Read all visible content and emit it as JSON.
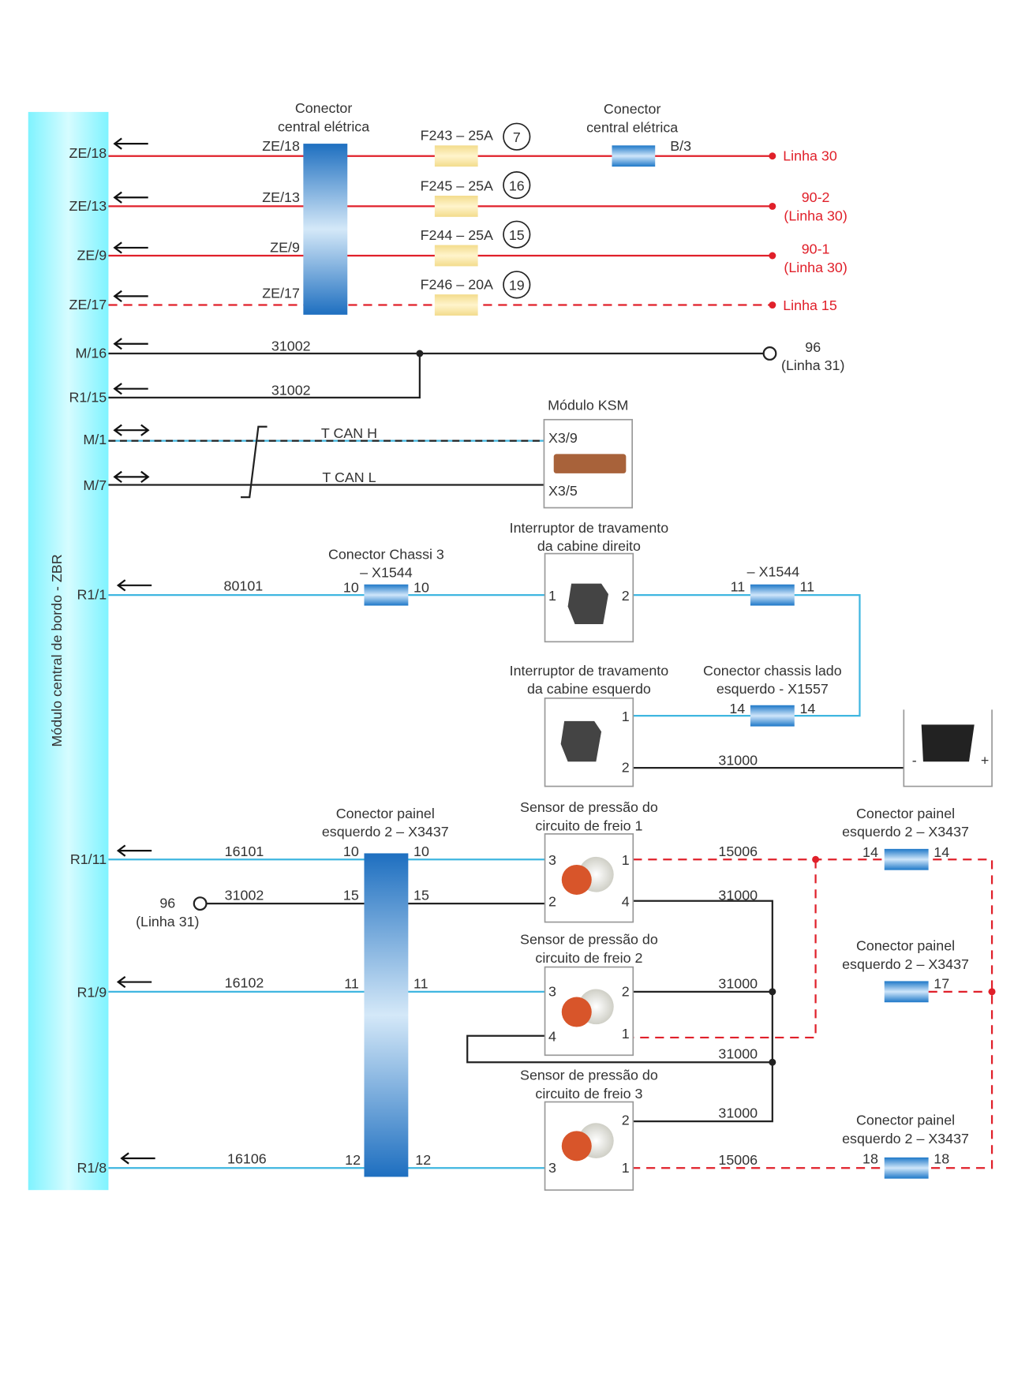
{
  "module": {
    "label": "Módulo central de bordo - ZBR",
    "color": "#7ff3ff"
  },
  "pins": [
    "ZE/18",
    "ZE/13",
    "ZE/9",
    "ZE/17",
    "M/16",
    "R1/15",
    "M/1",
    "M/7",
    "R1/1",
    "R1/11",
    "R1/9",
    "R1/8"
  ],
  "central_connector": {
    "title1": "Conector",
    "title2": "central elétrica",
    "pins": [
      "ZE/18",
      "ZE/13",
      "ZE/9",
      "ZE/17"
    ]
  },
  "central_connector_b": {
    "title1": "Conector",
    "title2": "central elétrica",
    "pin": "B/3"
  },
  "fuses": [
    {
      "label": "F243 – 25A",
      "num": "7"
    },
    {
      "label": "F245 – 25A",
      "num": "16"
    },
    {
      "label": "F244 – 25A",
      "num": "15"
    },
    {
      "label": "F246 – 20A",
      "num": "19"
    }
  ],
  "supply": {
    "l1": "Linha 30",
    "l2a": "90-2",
    "l2b": "(Linha 30)",
    "l3a": "90-1",
    "l3b": "(Linha 30)",
    "l4": "Linha 15"
  },
  "ground": {
    "wire1": "31002",
    "wire2": "31002",
    "end_a": "96",
    "end_b": "(Linha 31)"
  },
  "can": {
    "h": "T CAN H",
    "l": "T CAN L",
    "module": "Módulo KSM",
    "pin_h": "X3/9",
    "pin_l": "X3/5"
  },
  "r11": {
    "wire": "80101",
    "conn_t1": "Conector Chassi 3",
    "conn_t2": "– X1544",
    "pin_l": "10",
    "pin_r": "10"
  },
  "switch_right": {
    "t1": "Interruptor de travamento",
    "t2": "da cabine direito",
    "p1": "1",
    "p2": "2",
    "conn": "– X1544",
    "cp_l": "11",
    "cp_r": "11"
  },
  "switch_left": {
    "t1": "Interruptor de travamento",
    "t2": "da cabine esquerdo",
    "p1": "1",
    "p2": "2",
    "conn_t1": "Conector chassis lado",
    "conn_t2": "esquerdo - X1557",
    "cp_l": "14",
    "cp_r": "14",
    "wire": "31000",
    "bat_minus": "-",
    "bat_plus": "+"
  },
  "panel_connector": {
    "t1": "Conector painel",
    "t2": "esquerdo 2 – X3437",
    "pins": [
      "10",
      "10",
      "15",
      "15",
      "11",
      "11",
      "12",
      "12"
    ]
  },
  "lower_wires": {
    "w1": "16101",
    "w2": "31002",
    "w3": "16102",
    "w4": "16106",
    "g_a": "96",
    "g_b": "(Linha 31)"
  },
  "sensors": [
    {
      "t1": "Sensor de pressão do",
      "t2": "circuito de freio 1",
      "pins": [
        "3",
        "1",
        "2",
        "4"
      ]
    },
    {
      "t1": "Sensor de pressão do",
      "t2": "circuito de freio 2",
      "pins": [
        "3",
        "2",
        "4",
        "1"
      ]
    },
    {
      "t1": "Sensor de pressão do",
      "t2": "circuito de freio 3",
      "pins": [
        "2",
        "3",
        "1"
      ]
    }
  ],
  "sensor_wires": {
    "a": "15006",
    "b": "31000",
    "c": "31000",
    "d": "31000",
    "e": "31000",
    "f": "15006"
  },
  "right_connectors": [
    {
      "t1": "Conector painel",
      "t2": "esquerdo 2 – X3437",
      "pl": "14",
      "pr": "14"
    },
    {
      "t1": "Conector painel",
      "t2": "esquerdo 2 – X3437",
      "pr": "17"
    },
    {
      "t1": "Conector painel",
      "t2": "esquerdo 2 – X3437",
      "pl": "18",
      "pr": "18"
    }
  ],
  "colors": {
    "power": "#e0202a",
    "ground": "#222222",
    "signal": "#3fb6e0",
    "connector": "#1e78c8",
    "fuse": "#f3dc8c"
  }
}
